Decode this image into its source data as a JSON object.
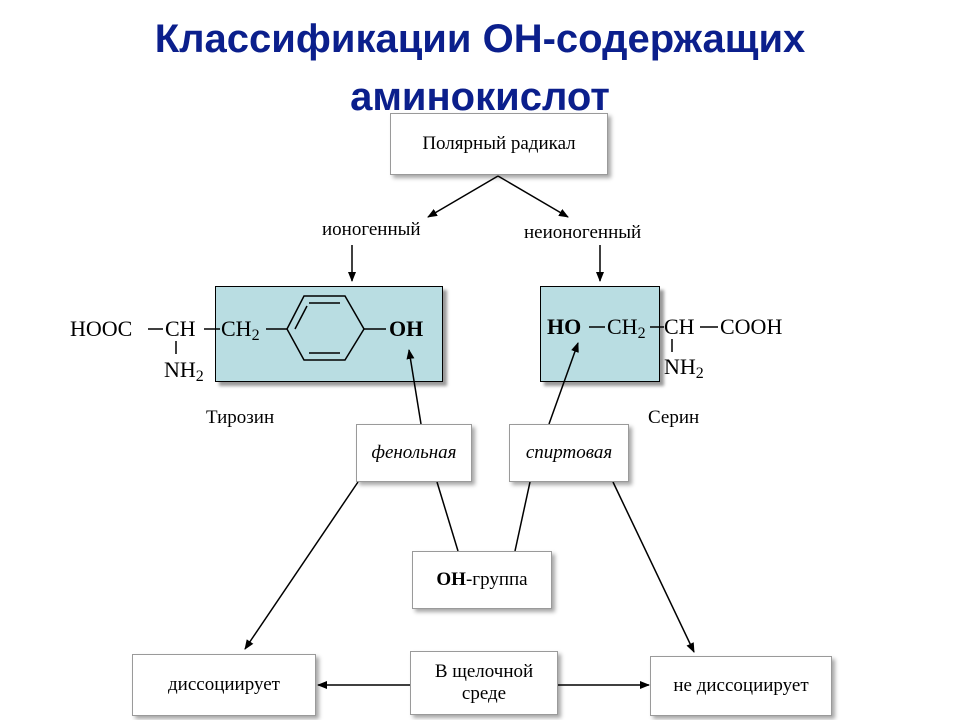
{
  "title": {
    "line1": "Классификации ОН-содержащих",
    "line2": "аминокислот"
  },
  "colors": {
    "title": "#0b1f8c",
    "highlight": "#b9dde2"
  },
  "diagram": {
    "root": "Полярный радикал",
    "branch_left": "ионогенный",
    "branch_right": "неионогенный",
    "tyrosine": {
      "name": "Тирозин",
      "hooc": "HOOC",
      "ch": "CH",
      "ch2": "CH",
      "ch2_sub": "2",
      "nh2": "NH",
      "nh2_sub": "2",
      "oh": "OH"
    },
    "serine": {
      "name": "Серин",
      "ho": "HO",
      "ch2": "CH",
      "ch2_sub": "2",
      "ch": "CH",
      "cooh": "COOH",
      "nh2": "NH",
      "nh2_sub": "2"
    },
    "phenolic": "фенольная",
    "alcoholic": "спиртовая",
    "oh_group_bold": "ОН",
    "oh_group_rest": "-группа",
    "alkaline": "В щелочной среде",
    "dissociates": "диссоциирует",
    "not_dissociates": "не диссоциирует"
  }
}
